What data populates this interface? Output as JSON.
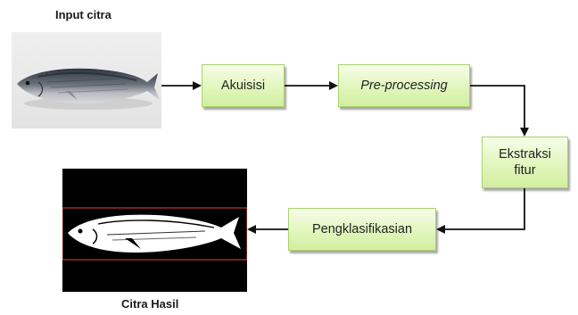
{
  "input_caption": "Input citra",
  "output_caption": "Citra Hasil",
  "steps": {
    "akuisisi": "Akuisisi",
    "preprocessing": "Pre-processing",
    "ekstraksi_line1": "Ekstraksi",
    "ekstraksi_line2": "fitur",
    "klasifikasi": "Pengklasifikasian"
  },
  "colors": {
    "box_fill_top": "#f6fde8",
    "box_fill_bottom": "#d2ee9f",
    "box_border": "#a8d36c",
    "arrow": "#111111",
    "bounding_box": "#c0392b"
  }
}
